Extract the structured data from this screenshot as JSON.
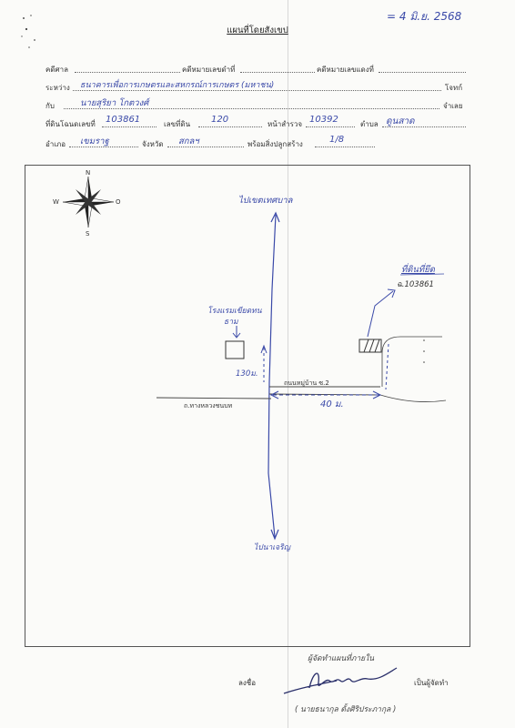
{
  "header": {
    "stamp_date": "= 4 มิ.ย. 2568",
    "title": "แผนที่โดยสังเขป"
  },
  "form": {
    "court_label": "คดีศาล",
    "court_value": "",
    "black_case_label": "คดีหมายเลขดำที่",
    "black_case_value": "",
    "red_case_label": "คดีหมายเลขแดงที่",
    "red_case_value": "",
    "between_label": "ระหว่าง",
    "between_value": "ธนาคารเพื่อการเกษตรและสหกรณ์การเกษตร (มหาชน)",
    "plaintiff_label": "โจทก์",
    "with_label": "กับ",
    "with_value": "นายสุริยา โกตวงศ์",
    "defendant_label": "จำเลย",
    "deed_label": "ที่ดินโฉนดเลขที่",
    "deed_value": "103861",
    "land_no_label": "เลขที่ดิน",
    "land_no_value": "120",
    "survey_page_label": "หน้าสำรวจ",
    "survey_page_value": "10392",
    "subdistrict_label": "ตำบล",
    "subdistrict_value": "ดูนสาด",
    "district_label": "อำเภอ",
    "district_value": "เขมราฐ",
    "province_label": "จังหวัด",
    "province_value": "สกลฯ",
    "buildings_label": "พร้อมสิ่งปลูกสร้าง",
    "buildings_value": "1/8"
  },
  "map": {
    "compass": {
      "n": "N",
      "s": "S",
      "e": "O",
      "w": "W"
    },
    "road_top_label": "ไปเขตเทศบาล",
    "road_bottom_label": "ไปนาเจริญ",
    "school_label_1": "โรงแรมเขียดทน",
    "school_label_2": "ธาม",
    "distance_130": "130ม.",
    "soi_label": "ถนนหมู่บ้าน ซ.2",
    "main_road_label": "ถ.ทางหลวงชนบท",
    "distance_40": "40 ม.",
    "target_label": "ที่ดินที่ยึด",
    "target_deed": "ฉ.103861"
  },
  "footer": {
    "mapper_label": "ผู้จัดทำแผนที่ภายใน",
    "signer_prefix": "ลงชื่อ",
    "signer_role": "เป็นผู้จัดทำ",
    "signer_name": "( นายธนากุล ตั้งศิริประภากุล )"
  },
  "colors": {
    "ink": "#3a49a8",
    "print": "#333333"
  }
}
